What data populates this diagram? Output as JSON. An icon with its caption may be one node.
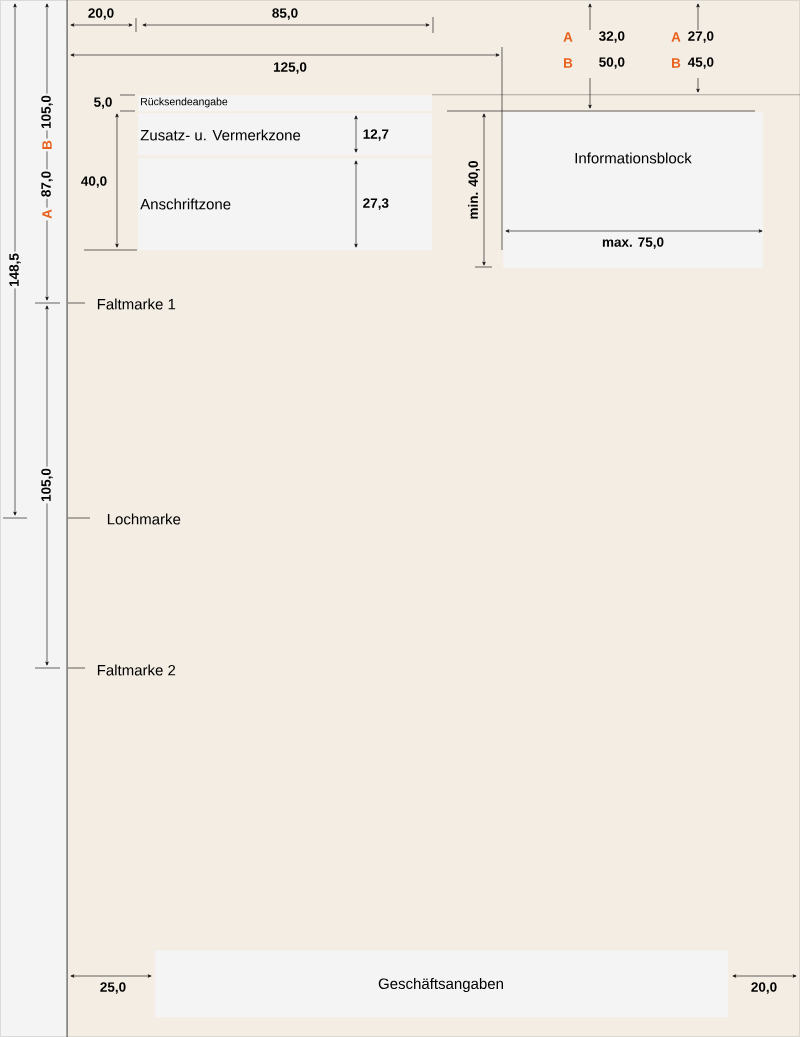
{
  "diagram": {
    "nodes": [
      {
        "text": [
          "Rücksendeangabe"
        ]
      },
      {
        "text": [
          "Zusatz- u. Vermerkzone"
        ]
      },
      {
        "text": [
          "Anschriftzone"
        ]
      },
      {
        "text": [
          "Informationsblock"
        ]
      },
      {
        "text": [
          "Geschäftsangaben"
        ]
      }
    ],
    "labels": [
      "20,0",
      "85,0",
      "A",
      "32,0",
      "A",
      "27,0",
      "B",
      "50,0",
      "B",
      "45,0",
      "125,0",
      "B",
      "105,0",
      "A",
      "87,0",
      "148,5",
      "5,0",
      "12,7",
      "40,0",
      "27,3",
      "min. 40,0",
      "max. 75,0",
      "Faltmarke 1",
      "105,0",
      "Lochmarke",
      "Faltmarke 2",
      "25,0",
      "20,0"
    ]
  }
}
